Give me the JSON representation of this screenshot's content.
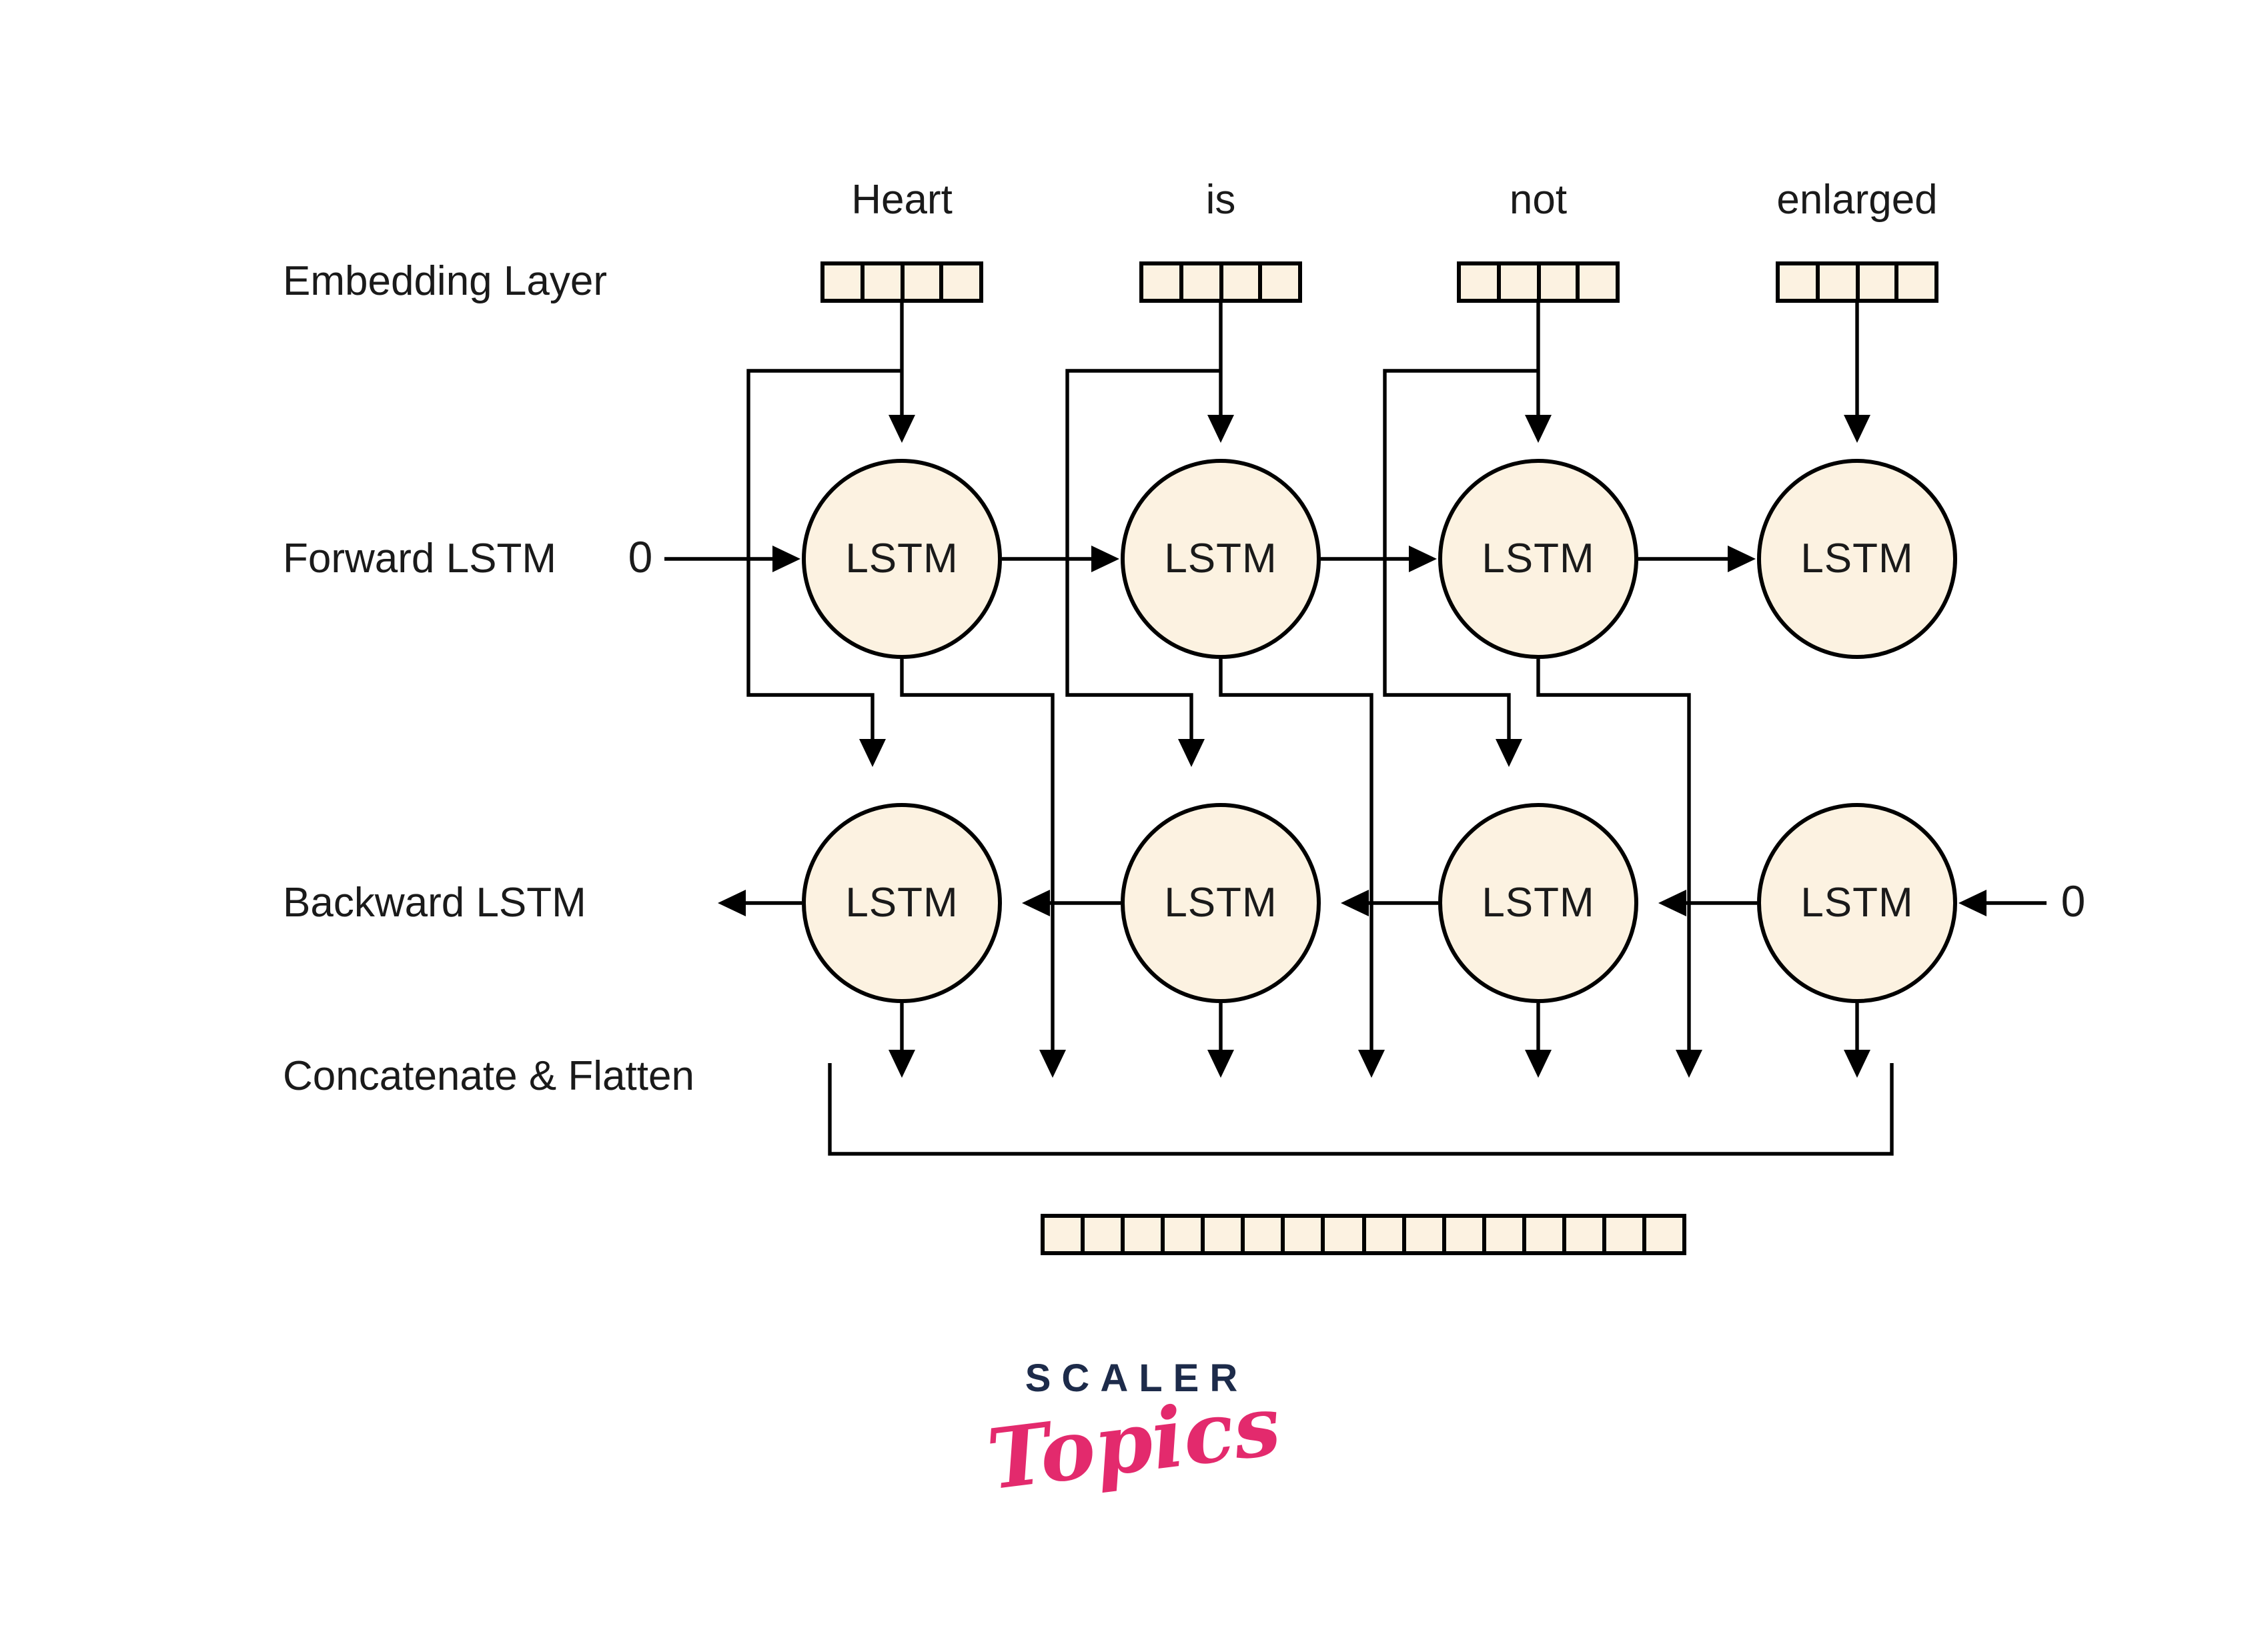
{
  "diagram": {
    "words": [
      "Heart",
      "is",
      "not",
      "enlarged"
    ],
    "labels": {
      "embedding": "Embedding Layer",
      "forward": "Forward LSTM",
      "backward": "Backward LSTM",
      "concatenate": "Concatenate & Flatten"
    },
    "lstm_label": "LSTM",
    "forward_initial_state": "0",
    "backward_initial_state": "0",
    "embedding_cells_per_word": 4,
    "flattened_cells": 16,
    "colors": {
      "background": "#ffffff",
      "node_fill": "#fcf2e1",
      "line": "#000000",
      "text": "#1a1a1a",
      "logo_navy": "#1d2b4a",
      "logo_pink": "#e32a6d"
    }
  },
  "logo": {
    "brand": "SCALER",
    "sub": "Topics"
  }
}
